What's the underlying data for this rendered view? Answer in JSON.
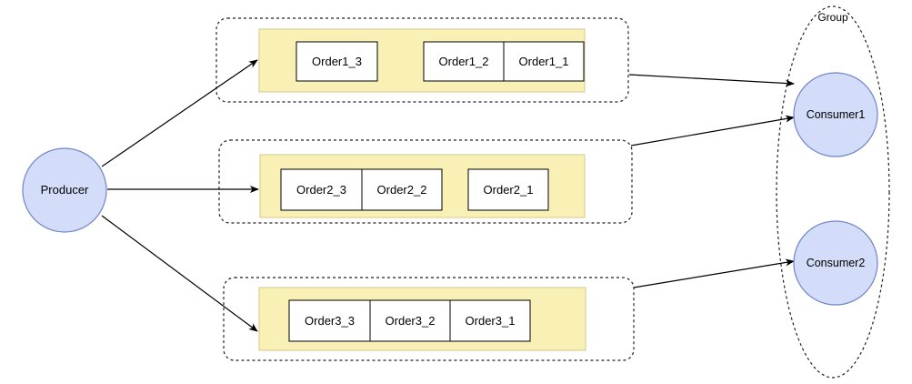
{
  "group": {
    "label": "Group"
  },
  "producer": {
    "label": "Producer"
  },
  "consumers": [
    {
      "label": "Consumer1"
    },
    {
      "label": "Consumer2"
    }
  ],
  "queues": [
    {
      "messages": [
        "Order1_3",
        "Order1_2",
        "Order1_1"
      ]
    },
    {
      "messages": [
        "Order2_3",
        "Order2_2",
        "Order2_1"
      ]
    },
    {
      "messages": [
        "Order3_3",
        "Order3_2",
        "Order3_1"
      ]
    }
  ],
  "colors": {
    "node_fill": "#d3dcf8",
    "node_stroke": "#6f83c8",
    "queue_fill": "#f8f0b4"
  }
}
